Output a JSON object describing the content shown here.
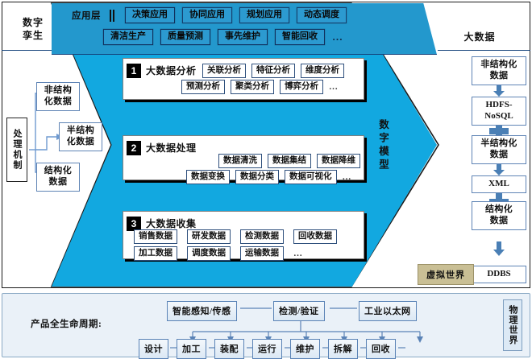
{
  "labels": {
    "digital_twin": "数字\n孪生",
    "big_data": "大数据",
    "digital_model": "数字模型",
    "virtual_world": "虚拟世界",
    "physical_world": "物理世界",
    "lifecycle_caption": "产品全生命周期:",
    "processing_mechanism": "处理机制"
  },
  "application_layer": {
    "title": "应用层",
    "row1": [
      "决策应用",
      "协同应用",
      "规划应用",
      "动态调度"
    ],
    "row2": [
      "清洁生产",
      "质量预测",
      "事先维护",
      "智能回收"
    ],
    "ellipsis": "…"
  },
  "panels": [
    {
      "number": "1",
      "title": "大数据分析",
      "row1": [
        "关联分析",
        "特征分析",
        "维度分析"
      ],
      "row2": [
        "预测分析",
        "聚类分析",
        "博弈分析"
      ],
      "ellipsis": "…"
    },
    {
      "number": "2",
      "title": "大数据处理",
      "row1": [
        "数据清洗",
        "数据集结",
        "数据降维"
      ],
      "row2": [
        "数据变换",
        "数据分类",
        "数据可视化"
      ],
      "ellipsis": "…"
    },
    {
      "number": "3",
      "title": "大数据收集",
      "row1": [
        "销售数据",
        "研发数据",
        "检测数据",
        "回收数据"
      ],
      "row2": [
        "加工数据",
        "调度数据",
        "运输数据"
      ],
      "ellipsis": "…"
    }
  ],
  "left_data_types": [
    {
      "label": "非结构\n化数据"
    },
    {
      "label": "半结构\n化数据"
    },
    {
      "label": "结构化\n数据"
    }
  ],
  "right_chain": [
    {
      "label": "非结构化\n数据",
      "type": "cn"
    },
    {
      "label": "HDFS-\nNoSQL",
      "type": "en"
    },
    {
      "label": "半结构化\n数据",
      "type": "cn"
    },
    {
      "label": "XML",
      "type": "en"
    },
    {
      "label": "结构化\n数据",
      "type": "cn"
    },
    {
      "label": "DDBS",
      "type": "en"
    }
  ],
  "lifecycle": {
    "top_row": [
      "智能感知/传感",
      "检测/验证",
      "工业以太网"
    ],
    "stages": [
      "设计",
      "加工",
      "装配",
      "运行",
      "维护",
      "拆解",
      "回收"
    ]
  },
  "colors": {
    "chevron_blue": "#12a8e0",
    "strip_blue": "#2398cd",
    "box_border_navy": "#10305e",
    "chain_blue": "#4a7fb5",
    "badge_khaki": "#c9bf95",
    "bottom_panel": "#eaf1f8"
  }
}
